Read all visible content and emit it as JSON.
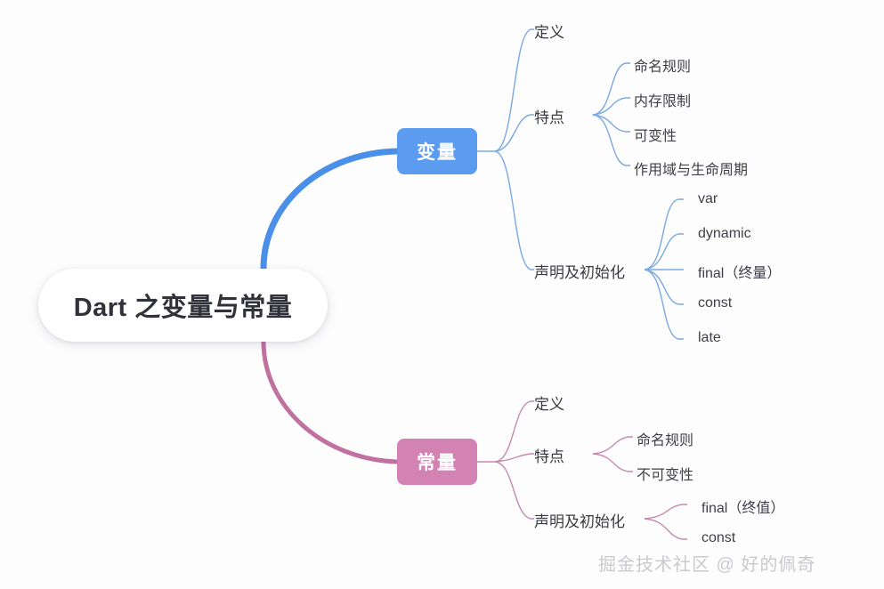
{
  "root": {
    "label": "Dart 之变量与常量"
  },
  "branches": [
    {
      "id": "variable",
      "label": "变量",
      "color": "#5b9bf0",
      "topics": [
        {
          "label": "定义",
          "children": []
        },
        {
          "label": "特点",
          "children": [
            "命名规则",
            "内存限制",
            "可变性",
            "作用域与生命周期"
          ]
        },
        {
          "label": "声明及初始化",
          "children": [
            "var",
            "dynamic",
            "final（终量）",
            "const",
            "late"
          ]
        }
      ]
    },
    {
      "id": "constant",
      "label": "常量",
      "color": "#d283b3",
      "topics": [
        {
          "label": "定义",
          "children": []
        },
        {
          "label": "特点",
          "children": [
            "命名规则",
            "不可变性"
          ]
        },
        {
          "label": "声明及初始化",
          "children": [
            "final（终值）",
            "const"
          ]
        }
      ]
    }
  ],
  "watermark": {
    "text": "掘金技术社区 @ 好的佩奇"
  },
  "colors": {
    "background": "#fdfdfd",
    "root_text": "#31313a",
    "leaf_text": "#3a3a42",
    "blue_branch": "#5b9bf0",
    "pink_branch": "#d283b3",
    "blue_line": "#7aa9e0",
    "pink_line": "#c58aad",
    "watermark": "#c9c9cf"
  }
}
